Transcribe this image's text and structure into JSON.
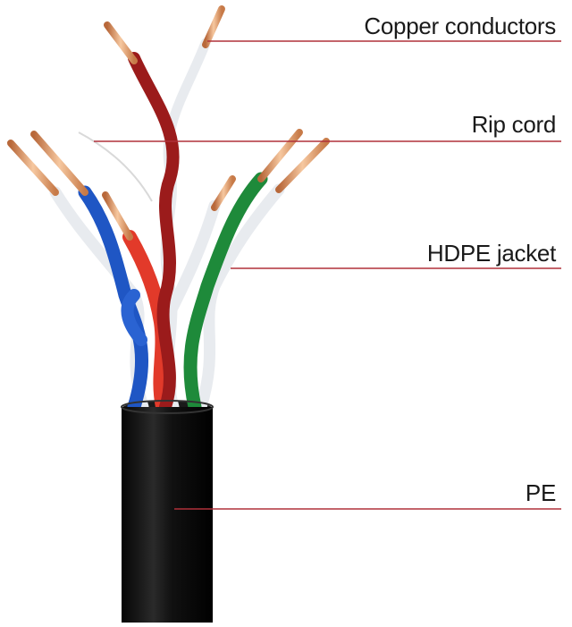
{
  "colors": {
    "leader_line": "#b0313a",
    "jacket": "#0d0d0d",
    "copper": "#d98a55",
    "copper_highlight": "#f6c8a0",
    "pair_blue": "#1f56c4",
    "pair_orange": "#e23a2a",
    "pair_brown": "#9b1b1b",
    "pair_green": "#1e8a3a",
    "stripe_white": "#e8ebef"
  },
  "icons": [
    "cable-illustration"
  ],
  "labels": [
    {
      "id": "copper-conductors",
      "text": "Copper conductors"
    },
    {
      "id": "rip-cord",
      "text": "Rip cord"
    },
    {
      "id": "hdpe-jacket",
      "text": "HDPE jacket"
    },
    {
      "id": "pe",
      "text": "PE"
    }
  ]
}
